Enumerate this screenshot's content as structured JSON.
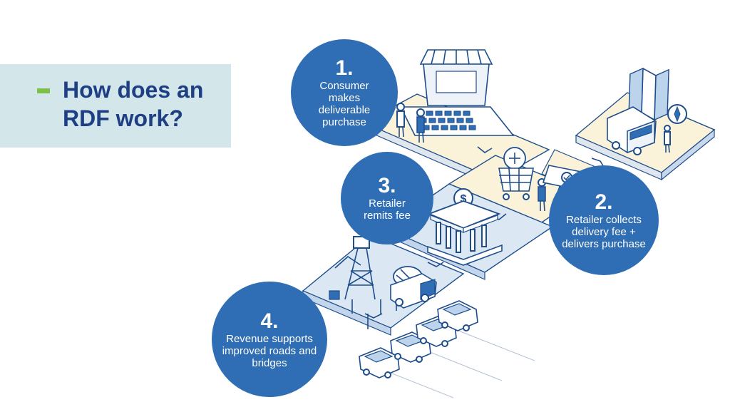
{
  "title": "How does an RDF work?",
  "steps": [
    {
      "number": "1.",
      "text": "Consumer makes deliverable purchase"
    },
    {
      "number": "2.",
      "text": "Retailer collects delivery fee + delivers purchase"
    },
    {
      "number": "3.",
      "text": "Retailer remits fee"
    },
    {
      "number": "4.",
      "text": "Revenue supports improved roads and bridges"
    }
  ],
  "colors": {
    "circle": "#2f6db4",
    "title_text": "#1f3f85",
    "title_box": "#d3e6ea",
    "accent_dash": "#7cc04a",
    "platform_cream": "#fbf3d9",
    "platform_blue": "#dbe8f4",
    "line_art": "#1e4d8c"
  }
}
